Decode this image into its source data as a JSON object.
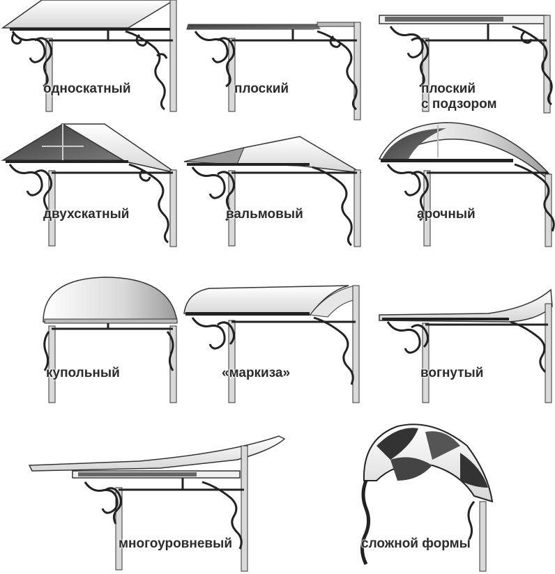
{
  "items": [
    {
      "id": "single-slope",
      "label": [
        "односкатный"
      ]
    },
    {
      "id": "flat",
      "label": [
        "плоский"
      ]
    },
    {
      "id": "flat-visor",
      "label": [
        "плоский",
        "с подзором"
      ]
    },
    {
      "id": "gable",
      "label": [
        "двухскатный"
      ]
    },
    {
      "id": "hipped",
      "label": [
        "вальмовый"
      ]
    },
    {
      "id": "arched",
      "label": [
        "арочный"
      ]
    },
    {
      "id": "dome",
      "label": [
        "купольный"
      ]
    },
    {
      "id": "marquise",
      "label": [
        "«маркиза»"
      ]
    },
    {
      "id": "concave",
      "label": [
        "вогнутый"
      ]
    },
    {
      "id": "multilevel",
      "label": [
        "многоуровневый"
      ]
    },
    {
      "id": "complex",
      "label": [
        "сложной формы"
      ]
    }
  ],
  "colors": {
    "background": "#ffffff",
    "frame": "#1e1e1e",
    "post_fill": "#d9d9d9",
    "roof_light": "#f2f2f2",
    "roof_dark": "#5a5a5a",
    "label": "#2b2b2b"
  }
}
